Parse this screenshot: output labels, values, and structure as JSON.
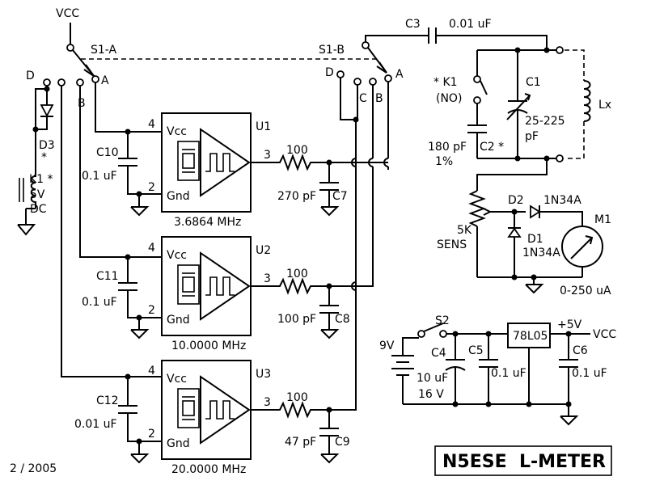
{
  "labels": {
    "vcc_top": "VCC",
    "s1a": "S1-A",
    "s1b": "S1-B",
    "pos_a": "A",
    "pos_b": "B",
    "pos_c": "C",
    "pos_d": "D",
    "c3": "C3",
    "c3_val": "0.01 uF",
    "k1_star": "* K1",
    "k1_no": "(NO)",
    "c1": "C1",
    "c1_val": "25-225",
    "c1_unit": "pF",
    "lx": "Lx",
    "c2_val": "180 pF",
    "c2": "C2 *",
    "c2_tol": "1%",
    "d3": "D3",
    "d3_star": "*",
    "k1_coil": "K1 *",
    "k1_volt": "5V",
    "k1_dc": "DC",
    "u1": "U1",
    "u2": "U2",
    "u3": "U3",
    "vcc_pin": "Vcc",
    "gnd_pin": "Gnd",
    "pin4": "4",
    "pin2": "2",
    "pin3": "3",
    "c10": "C10",
    "c10_val": "0.1 uF",
    "c11": "C11",
    "c11_val": "0.1 uF",
    "c12": "C12",
    "c12_val": "0.01 uF",
    "f1": "3.6864 MHz",
    "f2": "10.0000 MHz",
    "f3": "20.0000 MHz",
    "r1": "100",
    "r2": "100",
    "r3": "100",
    "c7_val": "270 pF",
    "c7": "C7",
    "c8_val": "100 pF",
    "c8": "C8",
    "c9_val": "47 pF",
    "c9": "C9",
    "d2": "D2",
    "d2_part": "1N34A",
    "d1": "D1",
    "d1_part": "1N34A",
    "m1": "M1",
    "sens_val": "5K",
    "sens": "SENS",
    "meter_range": "0-250 uA",
    "s2": "S2",
    "bat": "9V",
    "c4": "C4",
    "c4_val": "10 uF",
    "c4_volt": "16 V",
    "c5": "C5",
    "c5_val": "0.1 uF",
    "reg": "78L05",
    "plus5": "+5V",
    "vcc_out": "VCC",
    "c6": "C6",
    "c6_val": "0.1 uF",
    "date": "2 / 2005",
    "title": "N5ESE  L-METER"
  }
}
